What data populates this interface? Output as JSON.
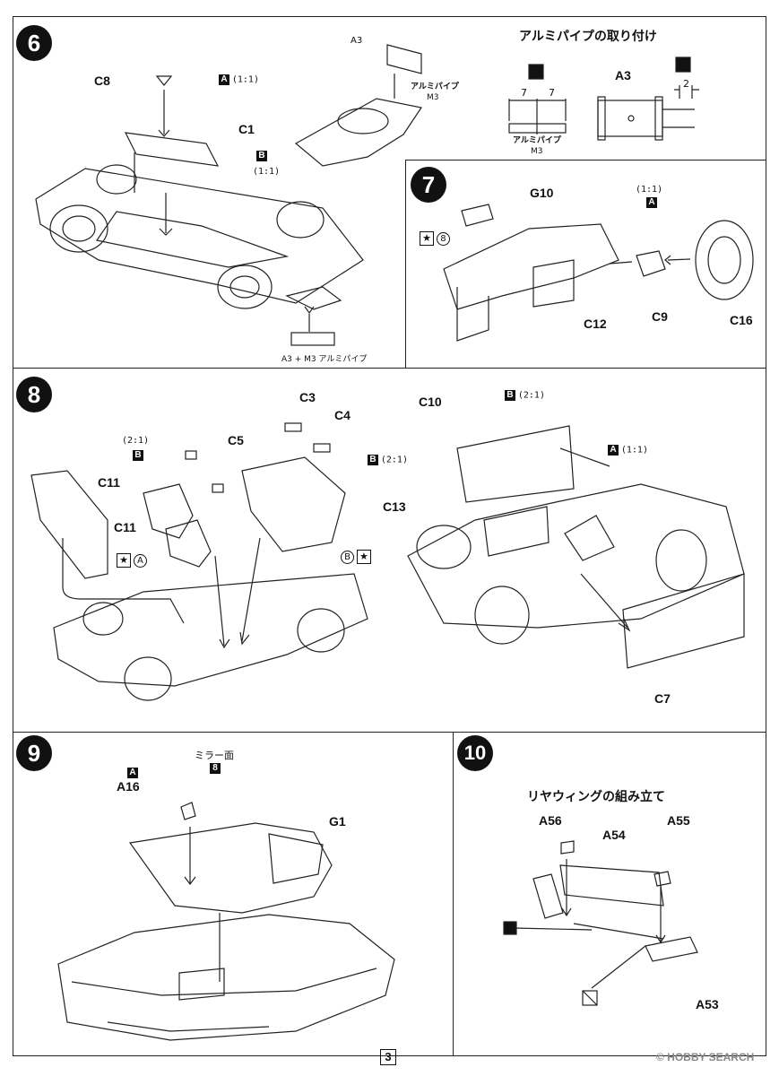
{
  "page_number": "3",
  "watermark": "© HOBBY SEARCH",
  "step6": {
    "number": "6",
    "heading": "アルミパイプの取り付け",
    "parts": [
      "C8",
      "C1",
      "A3"
    ],
    "marker_a": "A",
    "ratio_a": "(1:1)",
    "marker_b": "B",
    "ratio_b": "(1:1)",
    "pipe_label": "アルミパイプ",
    "pipe_size": "M3",
    "pipe_note": "A3 + M3 アルミパイプ",
    "dim_left": "7",
    "dim_right": "7",
    "dim_gap": "2",
    "diagram_label": "アルミパイプ",
    "diagram_size": "M3",
    "a3_label": "A3"
  },
  "step7": {
    "number": "7",
    "parts": [
      "G10",
      "C12",
      "C9",
      "C16"
    ],
    "marker_a": "A",
    "ratio_a": "(1:1)",
    "decal_ref": "8"
  },
  "step8": {
    "number": "8",
    "parts": [
      "C3",
      "C4",
      "C5",
      "C11",
      "C11",
      "C13",
      "C10",
      "C7"
    ],
    "marker_a": "A",
    "marker_b": "B",
    "ratio_b1": "(2:1)",
    "ratio_b2": "(2:1)",
    "ratio_b3": "(2:1)",
    "ratio_a": "(1:1)",
    "ref_a": "A",
    "ref_b": "B"
  },
  "step9": {
    "number": "9",
    "marker_a": "A",
    "part_a16": "A16",
    "mirror_label": "ミラー面",
    "mirror_decal": "8",
    "part_g1": "G1"
  },
  "step10": {
    "number": "10",
    "heading": "リヤウィングの組み立て",
    "parts": [
      "A56",
      "A54",
      "A55",
      "A53"
    ]
  }
}
